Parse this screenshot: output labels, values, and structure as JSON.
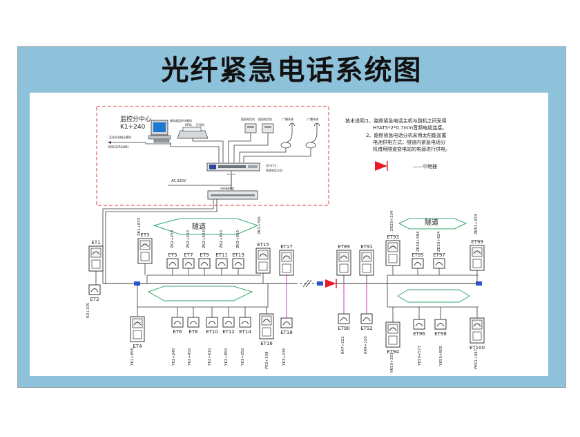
{
  "title": "光纤紧急电话系统图",
  "control_center": {
    "name": "监控分中心",
    "station": "K1+240",
    "pc_label": "服务器监控计算机",
    "printer_tag": "HP5L",
    "printer_label": "打印机",
    "remote_label": "至光纤系统计算机",
    "remote_protocol": "(RS232/RS485)",
    "phone1_label": "值班电话机",
    "phone2_label": "值班电话机",
    "speaker1_label": "广播系统",
    "speaker2_label": "广播系统",
    "host_label": "LD-ET-2",
    "host_desc": "紧急电话主机",
    "host_sub": "LD-ET-2",
    "power_label": "AC 220V",
    "odf_label": "光纤配线架"
  },
  "notes": {
    "title": "技术说明：",
    "n1": "1、路侧紧急电话主机与副机之间采用",
    "n1b": "HYAT5*2*0.7mm音频电缆连接。",
    "n2": "2、路侧紧急电话分机采用太阳能加蓄",
    "n2b": "电池供电方式；隧道内紧急电话分",
    "n2c": "机借用隧道变电站的电源进行供电。",
    "repeater": "——中继器"
  },
  "tunnel_label": "隧道",
  "extensions": [
    {
      "id": "ET1"
    },
    {
      "id": "ET2",
      "km": "K0+105"
    },
    {
      "id": "ET3",
      "km": "ZK1+873"
    },
    {
      "id": "ET4",
      "km": "YK1+858"
    },
    {
      "id": "ET5",
      "km": "ZK2+250"
    },
    {
      "id": "ET6",
      "km": "YK2+240"
    },
    {
      "id": "ET7",
      "km": "ZK2+450"
    },
    {
      "id": "ET8",
      "km": "YK2+450"
    },
    {
      "id": "ET9",
      "km": "ZK2+633"
    },
    {
      "id": "ET10",
      "km": "YK2+610"
    },
    {
      "id": "ET11",
      "km": "ZK2+850"
    },
    {
      "id": "ET12",
      "km": "YK2+850"
    },
    {
      "id": "ET13",
      "km": "ZK3+050"
    },
    {
      "id": "ET14",
      "km": "YK3+050"
    },
    {
      "id": "ET15",
      "km": "ZK3+356"
    },
    {
      "id": "ET16",
      "km": "YK3+338"
    },
    {
      "id": "ET17"
    },
    {
      "id": "ET18",
      "km": "YK3+235"
    },
    {
      "id": "ET89"
    },
    {
      "id": "ET90",
      "km": "K47+022"
    },
    {
      "id": "ET91"
    },
    {
      "id": "ET92",
      "km": "K49+120"
    },
    {
      "id": "ET93",
      "km": "ZK50+334"
    },
    {
      "id": "ET94",
      "km": "YK50+331"
    },
    {
      "id": "ET95",
      "km": "ZK50+584"
    },
    {
      "id": "ET96",
      "km": "YK50+573"
    },
    {
      "id": "ET97",
      "km": "ZK50+824"
    },
    {
      "id": "ET98",
      "km": "YK50+805"
    },
    {
      "id": "ET99",
      "km": "ZK51+074"
    },
    {
      "id": "ET100",
      "km": "YK51+047"
    }
  ],
  "colors": {
    "frame_bg": "#8ec1da",
    "panel_bg": "#ffffff",
    "dashed_box": "#e0605a",
    "tunnel_outline": "#34a96d",
    "fiber_cable": "#d05cc8",
    "repeater": "#ea1c24",
    "fiber_end": "#2a55cc",
    "screen": "#1e78d2"
  }
}
